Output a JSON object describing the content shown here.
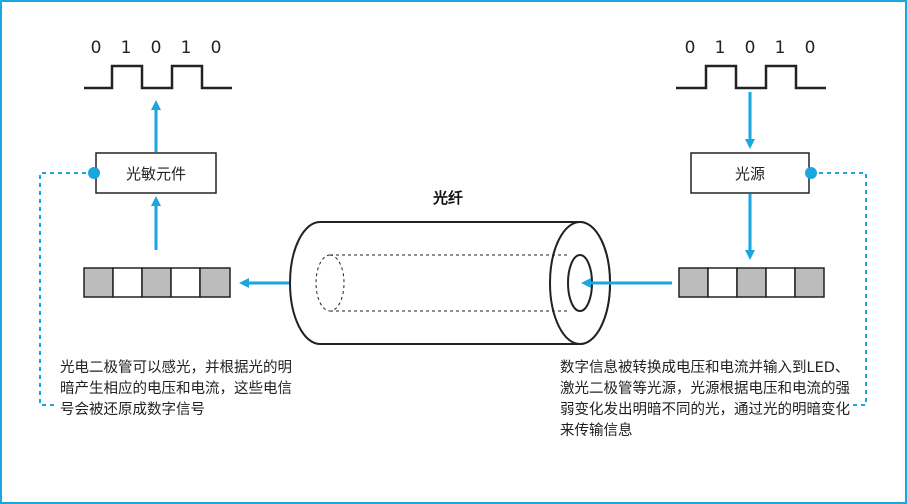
{
  "fiber": {
    "label": "光纤"
  },
  "receiver": {
    "bits": [
      "0",
      "1",
      "0",
      "1",
      "0"
    ],
    "component_label": "光敏元件",
    "description": "光电二极管可以感光，并根据光的明暗产生相应的电压和电流，这些电信号会被还原成数字信号"
  },
  "transmitter": {
    "bits": [
      "0",
      "1",
      "0",
      "1",
      "0"
    ],
    "component_label": "光源",
    "description": "数字信息被转换成电压和电流并输入到LED、激光二极管等光源，光源根据电压和电流的强弱变化发出明暗不同的光，通过光的明暗变化来传输信息"
  },
  "light_pattern": [
    "dark",
    "light",
    "dark",
    "light",
    "dark"
  ],
  "colors": {
    "accent": "#1aa6e0",
    "light_off": "#bcbcbc",
    "light_on": "#ffffff",
    "stroke": "#222222"
  },
  "icons": {
    "arrow": "arrow-icon",
    "connector": "connector-dot-icon"
  }
}
